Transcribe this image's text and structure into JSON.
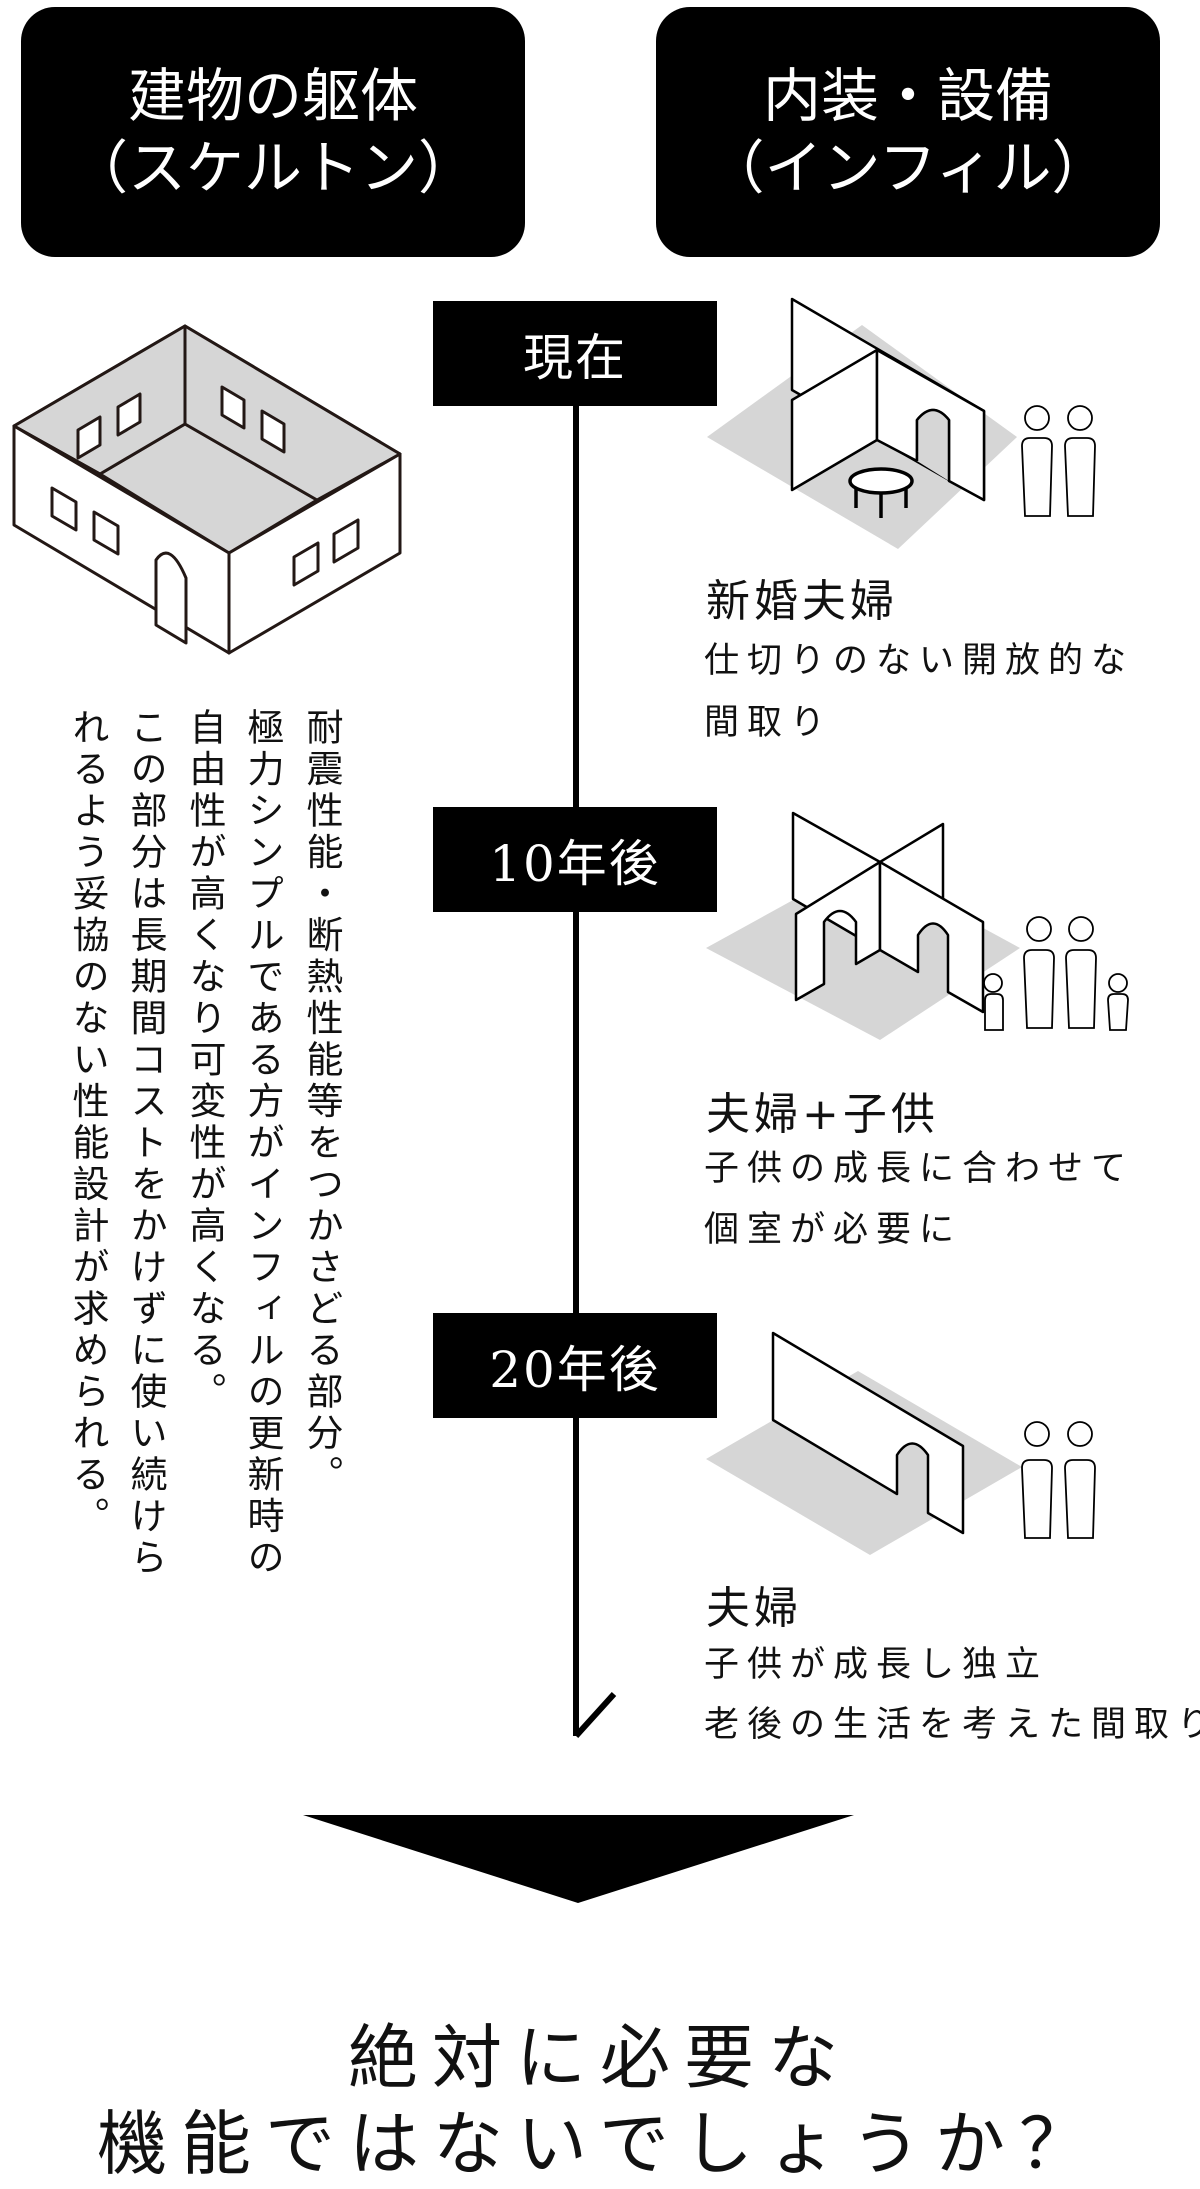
{
  "headers": {
    "skeleton": {
      "line1": "建物の躯体",
      "line2": "（スケルトン）"
    },
    "infill": {
      "line1": "内装・設備",
      "line2": "（インフィル）"
    }
  },
  "skeleton_description": [
    "耐震性能・断熱性能等をつかさどる部分。",
    "極力シンプルである方がインフィルの更新時の",
    "自由性が高くなり可変性が高くなる。",
    "この部分は長期間コストをかけずに使い続けら",
    "れるよう妥協のない性能設計が求められる。"
  ],
  "timeline": [
    {
      "label": "現在",
      "title": "新婚夫婦",
      "lines": [
        "仕切りのない開放的な",
        "間取り"
      ]
    },
    {
      "label": "10年後",
      "title": "夫婦+子供",
      "lines": [
        "子供の成長に合わせて",
        "個室が必要に"
      ]
    },
    {
      "label": "20年後",
      "title": "夫婦",
      "lines": [
        "子供が成長し独立",
        "老後の生活を考えた間取り"
      ]
    }
  ],
  "conclusion": {
    "line1": "絶対に必要な",
    "line2": "機能ではないでしょうか？"
  },
  "colors": {
    "black": "#000000",
    "floor_gray": "#d6d6d6",
    "white": "#ffffff"
  }
}
